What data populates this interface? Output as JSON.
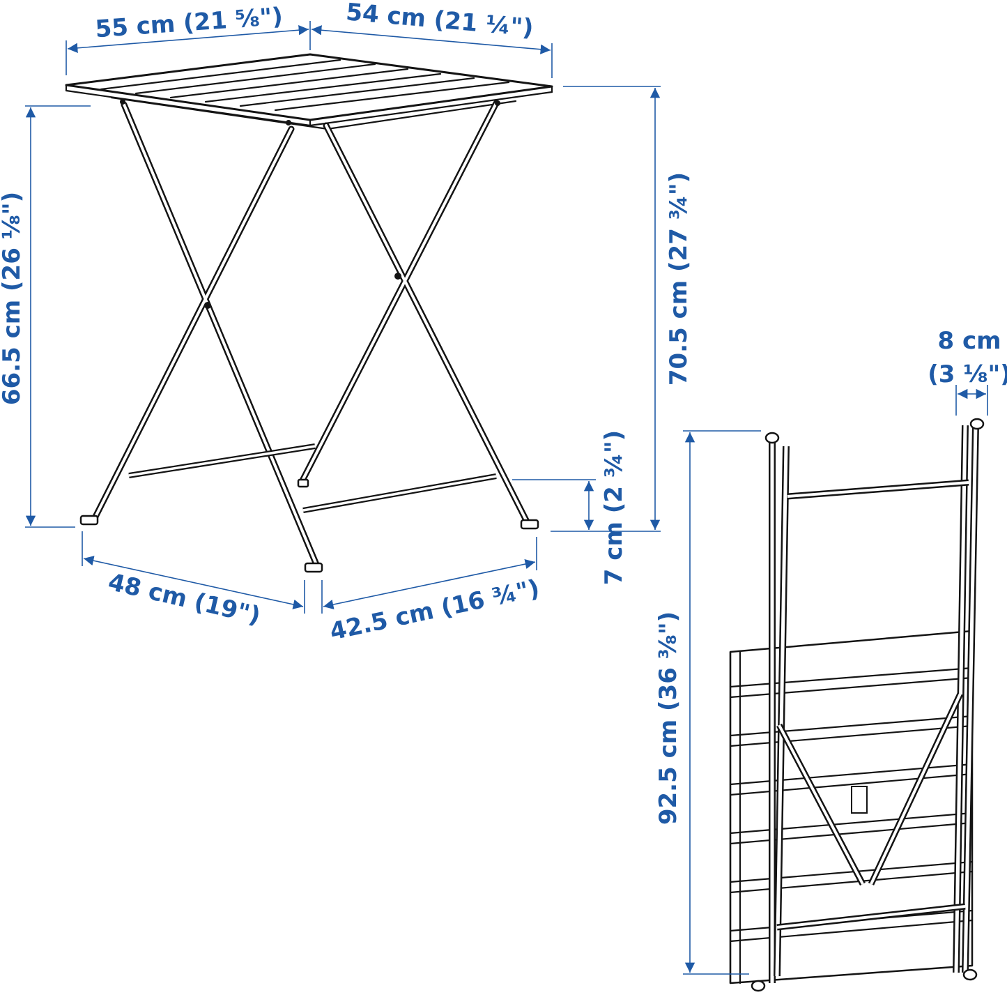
{
  "colors": {
    "dimension": "#1f5aa6",
    "line_art": "#141414",
    "background": "#ffffff"
  },
  "dimensions": {
    "top_width": "55 cm (21 ⅝\")",
    "top_depth": "54 cm (21 ¼\")",
    "total_height": "70.5 cm (27 ¾\")",
    "leg_height": "66.5 cm (26 ⅛\")",
    "foot_height": "7 cm (2 ¾\")",
    "base_width": "48 cm (19\")",
    "base_depth": "42.5 cm (16 ¾\")",
    "folded_height": "92.5 cm (36 ⅜\")",
    "folded_thickness_cm": "8 cm",
    "folded_thickness_in": "(3 ⅛\")"
  },
  "illustrations": [
    "open-table-drawing",
    "folded-table-drawing"
  ]
}
